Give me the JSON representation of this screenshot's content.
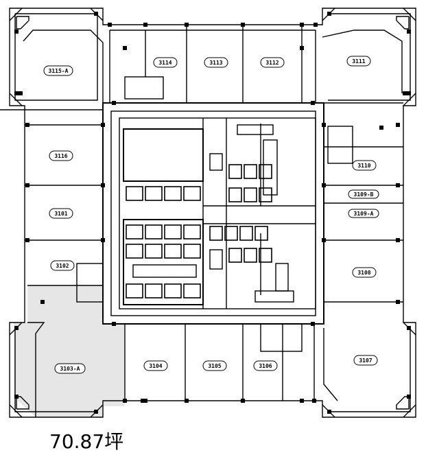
{
  "floor_plan": {
    "highlight_color": "#e6e6e6",
    "line_color": "#000000",
    "rooms": [
      {
        "label": "3115-A"
      },
      {
        "label": "3114"
      },
      {
        "label": "3113"
      },
      {
        "label": "3112"
      },
      {
        "label": "3111"
      },
      {
        "label": "3116"
      },
      {
        "label": "3110"
      },
      {
        "label": "3109-B"
      },
      {
        "label": "3109-A"
      },
      {
        "label": "3101"
      },
      {
        "label": "3102"
      },
      {
        "label": "3108"
      },
      {
        "label": "3103-A"
      },
      {
        "label": "3104"
      },
      {
        "label": "3105"
      },
      {
        "label": "3106"
      },
      {
        "label": "3107"
      }
    ]
  },
  "area": {
    "text": "70.87坪"
  }
}
